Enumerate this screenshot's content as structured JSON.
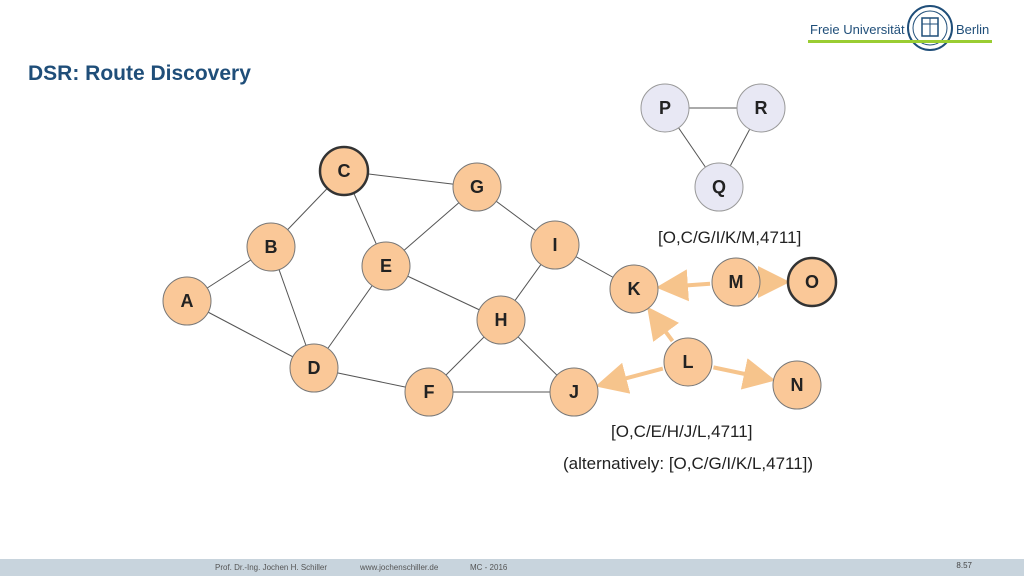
{
  "title": "DSR: Route Discovery",
  "logo": {
    "left_text": "Freie Universität",
    "right_text": "Berlin",
    "seal_icon": "university-seal-icon"
  },
  "colors": {
    "node_fill": "#fac898",
    "node_stroke": "#777777",
    "highlight_stroke": "#333333",
    "isolated_fill": "#e8e8f4",
    "arrow": "#f6c48c",
    "edge": "#555555"
  },
  "nodes": [
    {
      "id": "A",
      "label": "A",
      "style": "normal"
    },
    {
      "id": "B",
      "label": "B",
      "style": "normal"
    },
    {
      "id": "C",
      "label": "C",
      "style": "source"
    },
    {
      "id": "D",
      "label": "D",
      "style": "normal"
    },
    {
      "id": "E",
      "label": "E",
      "style": "normal"
    },
    {
      "id": "F",
      "label": "F",
      "style": "normal"
    },
    {
      "id": "G",
      "label": "G",
      "style": "normal"
    },
    {
      "id": "H",
      "label": "H",
      "style": "normal"
    },
    {
      "id": "I",
      "label": "I",
      "style": "normal"
    },
    {
      "id": "J",
      "label": "J",
      "style": "normal"
    },
    {
      "id": "K",
      "label": "K",
      "style": "normal"
    },
    {
      "id": "L",
      "label": "L",
      "style": "normal"
    },
    {
      "id": "M",
      "label": "M",
      "style": "normal"
    },
    {
      "id": "N",
      "label": "N",
      "style": "normal"
    },
    {
      "id": "O",
      "label": "O",
      "style": "destination"
    },
    {
      "id": "P",
      "label": "P",
      "style": "isolated"
    },
    {
      "id": "Q",
      "label": "Q",
      "style": "isolated"
    },
    {
      "id": "R",
      "label": "R",
      "style": "isolated"
    }
  ],
  "edges": [
    [
      "A",
      "B"
    ],
    [
      "A",
      "D"
    ],
    [
      "B",
      "C"
    ],
    [
      "B",
      "D"
    ],
    [
      "C",
      "G"
    ],
    [
      "C",
      "E"
    ],
    [
      "E",
      "G"
    ],
    [
      "E",
      "D"
    ],
    [
      "E",
      "H"
    ],
    [
      "G",
      "I"
    ],
    [
      "I",
      "H"
    ],
    [
      "I",
      "K"
    ],
    [
      "H",
      "F"
    ],
    [
      "H",
      "J"
    ],
    [
      "D",
      "F"
    ],
    [
      "F",
      "J"
    ],
    [
      "P",
      "R"
    ],
    [
      "P",
      "Q"
    ],
    [
      "R",
      "Q"
    ]
  ],
  "arrows": [
    [
      "M",
      "K"
    ],
    [
      "M",
      "O"
    ],
    [
      "L",
      "K"
    ],
    [
      "L",
      "J"
    ],
    [
      "L",
      "N"
    ]
  ],
  "annotations": {
    "route1": "[O,C/G/I/K/M,4711]",
    "route2": "[O,C/E/H/J/L,4711]",
    "route3": "(alternatively: [O,C/G/I/K/L,4711])"
  },
  "footer": {
    "author": "Prof. Dr.-Ing. Jochen H. Schiller",
    "url": "www.jochenschiller.de",
    "course": "MC - 2016",
    "page": "8.57"
  }
}
